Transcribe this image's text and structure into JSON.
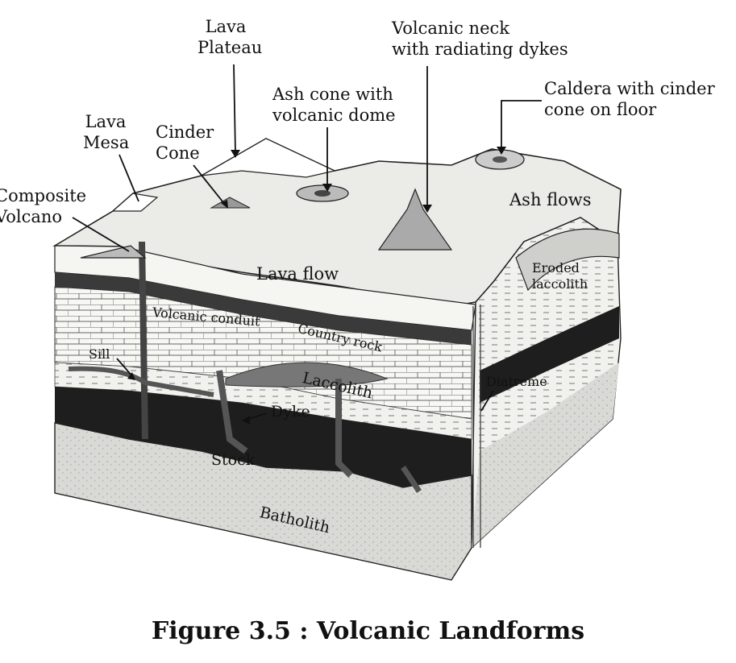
{
  "labels": {
    "lava_plateau": [
      "Lava",
      "Plateau"
    ],
    "volcanic_neck": [
      "Volcanic neck",
      "with radiating dykes"
    ],
    "ash_cone": [
      "Ash cone with",
      "volcanic dome"
    ],
    "caldera": [
      "Caldera with cinder",
      "cone on floor"
    ],
    "lava_mesa": [
      "Lava",
      "Mesa"
    ],
    "cinder_cone": [
      "Cinder",
      "Cone"
    ],
    "composite_volcano": [
      "Composite",
      "Volcano"
    ],
    "ash_flows": "Ash flows",
    "lava_flow": "Lava flow",
    "eroded_laccolith": [
      "Eroded",
      "laccolith"
    ],
    "volcanic_conduit": "Volcanic conduit",
    "country_rock": "Country rock",
    "sill": "Sill",
    "laccolith": "Laccolith",
    "diatreme": "Diatreme",
    "dyke": "Dyke",
    "stock": "Stock",
    "batholith": "Batholith"
  },
  "caption": "Figure 3.5  : Volcanic Landforms"
}
